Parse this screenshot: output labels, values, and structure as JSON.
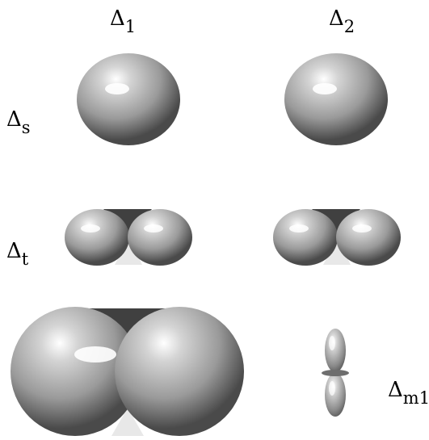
{
  "labels": {
    "delta": "Δ",
    "col1": {
      "sub": "1"
    },
    "col2": {
      "sub": "2"
    },
    "row_s": {
      "sub": "s"
    },
    "row_t": {
      "sub": "t"
    },
    "row_m1": {
      "sub": "m1"
    }
  },
  "colors": {
    "highlight": "#ffffff",
    "light": "#d4d4d4",
    "mid": "#9a9a9a",
    "dark": "#4a4a4a",
    "pinch": "#404040"
  }
}
